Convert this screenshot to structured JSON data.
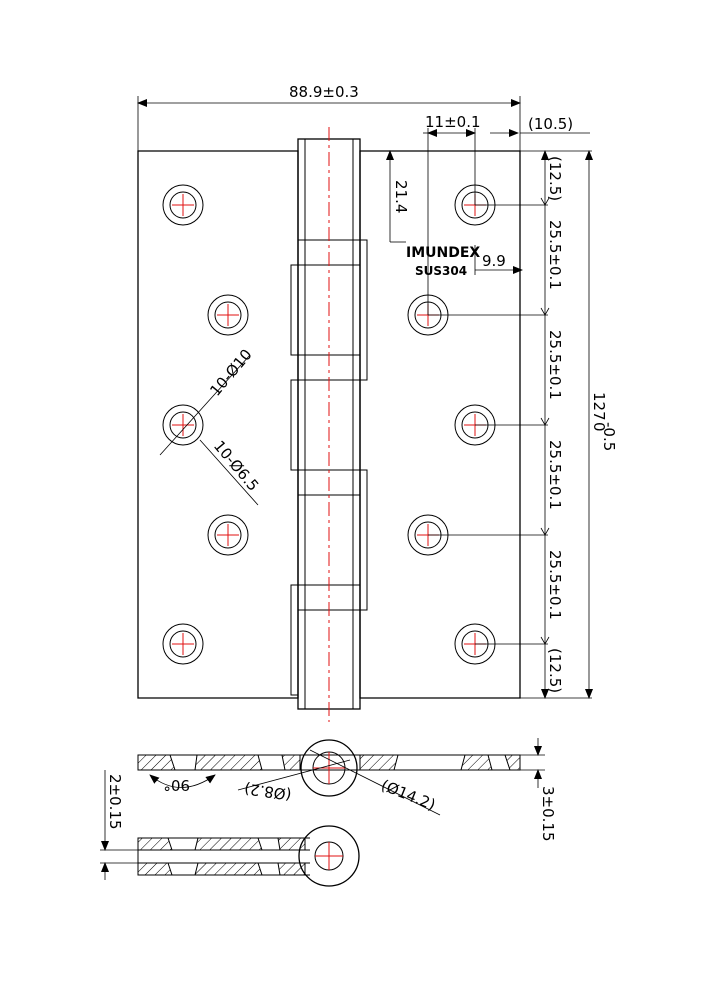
{
  "marking": {
    "brand": "IMUNDEX",
    "material": "SUS304"
  },
  "dimensions": {
    "overall_width": "88.9±0.3",
    "hole_offset": "11±0.1",
    "edge_ref": "(10.5)",
    "top_to_mark": "21.4",
    "mark_offset": "9.9",
    "top_margin": "(12.5)",
    "bottom_margin": "(12.5)",
    "pitch_1": "25.5±0.1",
    "pitch_2": "25.5±0.1",
    "pitch_3": "25.5±0.1",
    "pitch_4": "25.5±0.1",
    "overall_height": "127",
    "height_tol_upper": "0",
    "height_tol_lower": "-0.5",
    "countersink_dia": "10-Ø10",
    "hole_dia": "10-Ø6.5",
    "countersink_angle": "90°",
    "pin_dia": "(Ø8.2)",
    "knuckle_dia": "(Ø14.2)",
    "open_thickness": "3±0.15",
    "closed_gap": "2±0.15"
  },
  "colors": {
    "line": "#000000",
    "centerline": "#e01010"
  }
}
